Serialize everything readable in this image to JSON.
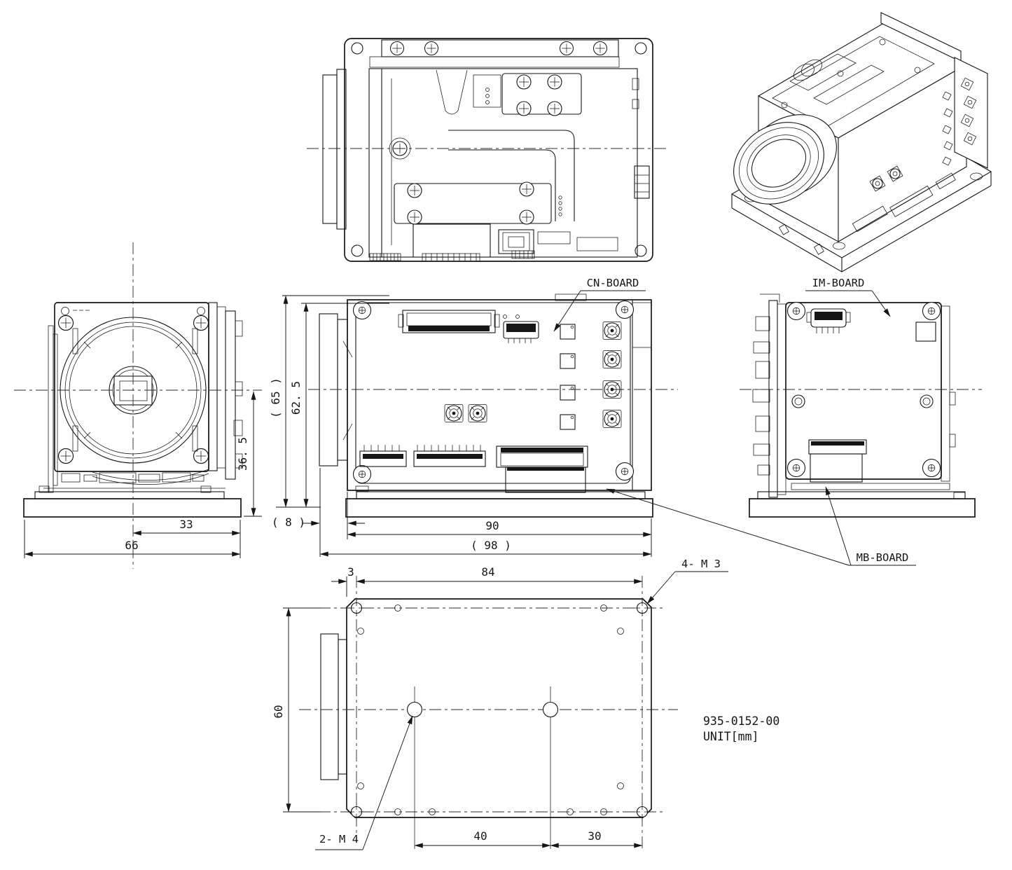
{
  "title_block": {
    "drawing_number": "935-0152-00",
    "unit": "UNIT[mm]"
  },
  "callouts": {
    "cn_board": "CN-BOARD",
    "im_board": "IM-BOARD",
    "mb_board": "MB-BOARD",
    "m3_holes": "4- M 3",
    "m4_holes": "2- M 4"
  },
  "dimensions": {
    "front_center_to_edge": "33",
    "front_width": "66",
    "lens_axis_height": "36. 5",
    "side_height": "62. 5",
    "side_height_ref": "( 65 )",
    "lens_protrusion": "( 8 )",
    "depth": "90",
    "depth_ref": "( 98 )",
    "base_edge_to_hole": "3",
    "base_hole_span_x": "84",
    "base_hole_span_y": "60",
    "base_m4_pitch": "40",
    "base_m4_to_m3": "30"
  }
}
